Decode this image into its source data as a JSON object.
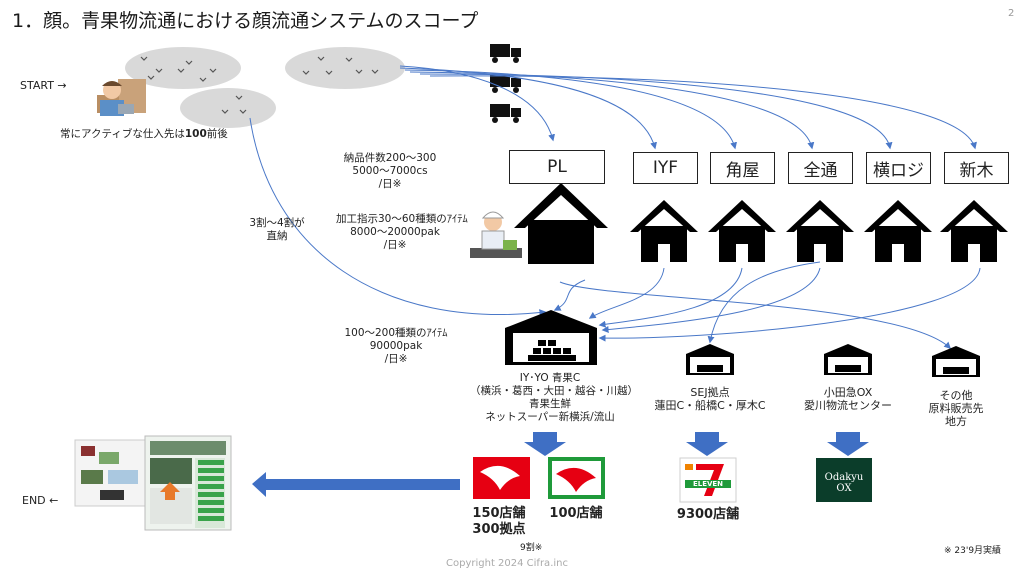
{
  "title": "1．顔。青果物流通における顔流通システムのスコープ",
  "page_number": "2",
  "start_label": "START →",
  "end_label": "END ←",
  "active_suppliers_pre": "常にアクティブな仕入先は",
  "active_suppliers_num": "100",
  "active_suppliers_post": "前後",
  "delivery_stats": [
    "納品件数200～300",
    "5000～7000cs",
    "/日※"
  ],
  "processing_stats": [
    "加工指示30～60種類のｱｲﾃﾑ",
    "8000～20000pak",
    "/日※"
  ],
  "direct_delivery": [
    "3割～4割が",
    "直納"
  ],
  "center_stats": [
    "100～200種類のｱｲﾃﾑ",
    "90000pak",
    "/日※"
  ],
  "warehouses": [
    "PL",
    "IYF",
    "角屋",
    "全通",
    "横ロジ",
    "新木"
  ],
  "centers": {
    "iy": [
      "IY･YO 青果C",
      "（横浜・葛西・大田・越谷・川越）",
      "青果生鮮",
      "ネットスーパー新横浜/流山"
    ],
    "sej": [
      "SEJ拠点",
      "蓮田C・船橋C・厚木C"
    ],
    "odakyu": [
      "小田急OX",
      "愛川物流センター"
    ],
    "other": [
      "その他",
      "原料販売先",
      "地方"
    ]
  },
  "stores": {
    "iy": [
      "150店舗",
      "300拠点"
    ],
    "yo": "100店舗",
    "sej": "9300店舗",
    "nine_percent": "9割※"
  },
  "logos": {
    "seven_eleven": "ELEVEN",
    "odakyu": "Odakyu OX"
  },
  "footnote": "※ 23'9月実績",
  "copyright": "Copyright 2024 Cifra.inc",
  "colors": {
    "arrow_blue": "#4a78c8",
    "ellipse_gray": "#d9d9d9",
    "big_arrow": "#3f6fc4",
    "iy_red": "#e60012",
    "odakyu_green": "#0b3d2a"
  }
}
